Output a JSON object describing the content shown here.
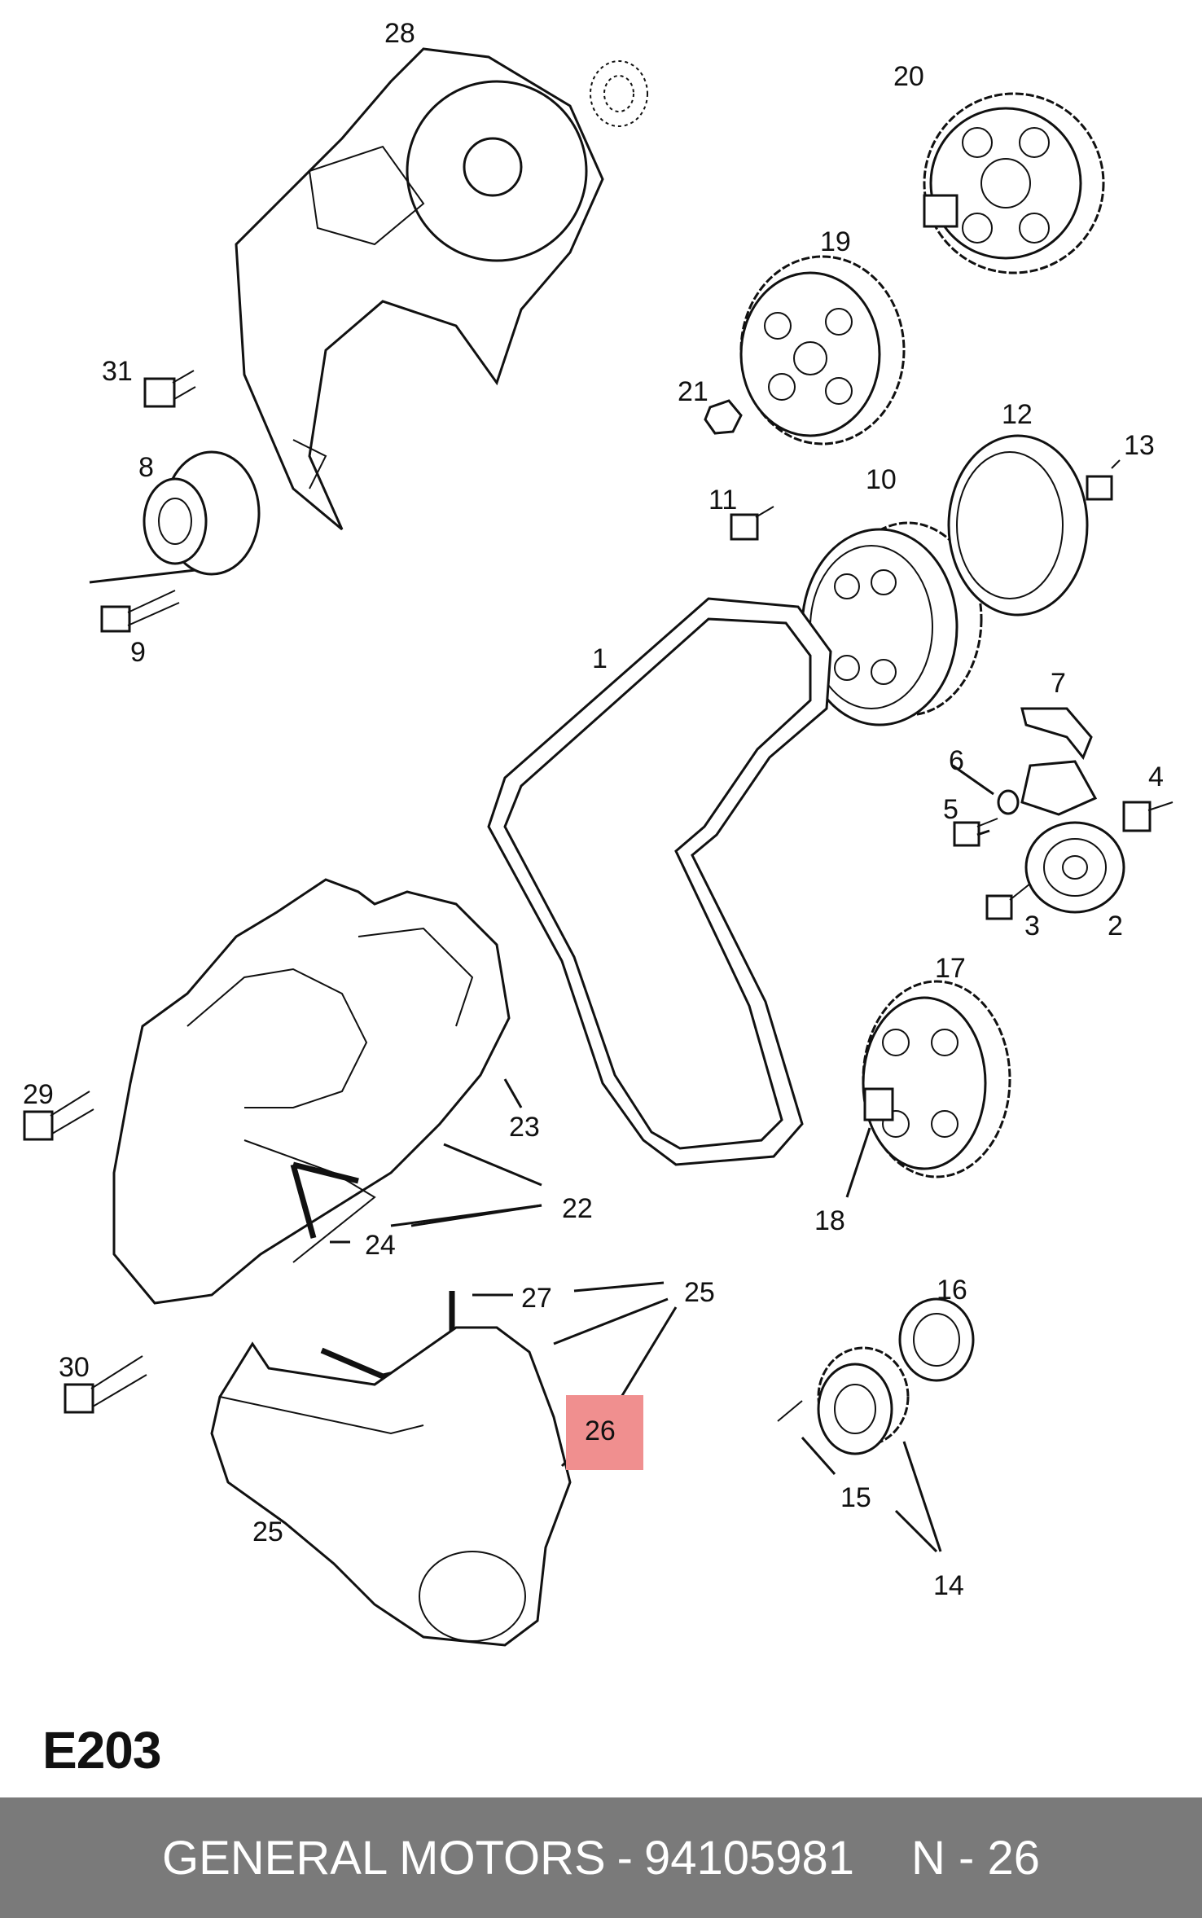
{
  "diagram": {
    "code": "E203",
    "callouts": [
      "1",
      "2",
      "3",
      "4",
      "5",
      "6",
      "7",
      "8",
      "9",
      "10",
      "11",
      "12",
      "13",
      "14",
      "15",
      "16",
      "17",
      "18",
      "19",
      "20",
      "21",
      "22",
      "23",
      "24",
      "25",
      "25",
      "26",
      "27",
      "28",
      "29",
      "30",
      "31"
    ],
    "highlighted_callout": "26",
    "highlight_color": "#f08f8f"
  },
  "footer": {
    "brand": "GENERAL MOTORS",
    "separator": "-",
    "part_number": "94105981",
    "position_label": "N - 26",
    "background_color": "#7a7a7a"
  }
}
